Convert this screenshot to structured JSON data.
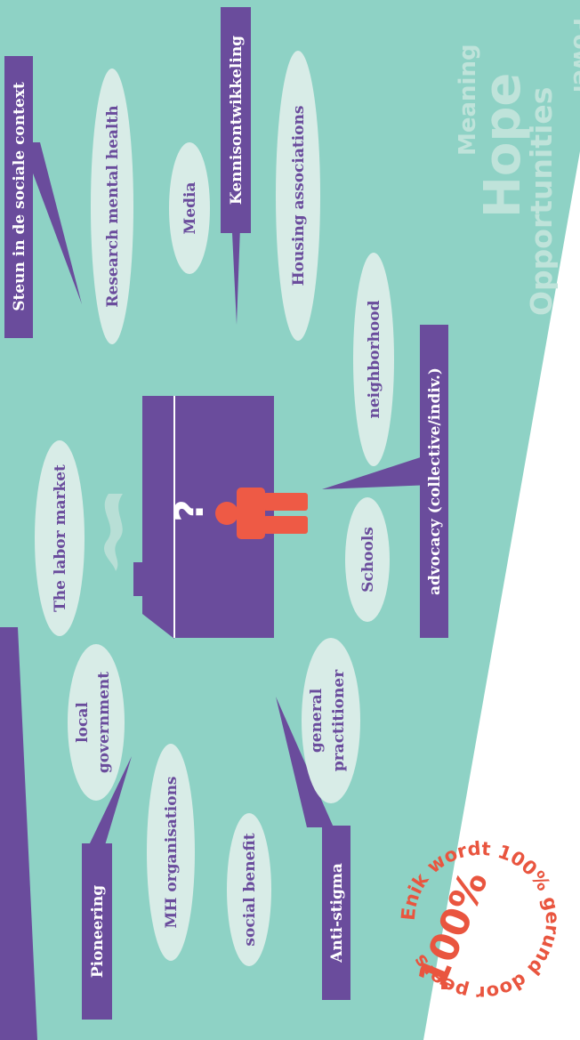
{
  "colors": {
    "teal": "#8ed2c5",
    "purple": "#6a4c9c",
    "bubble": "#d8ece7",
    "red": "#ee5a45",
    "pale_teal": "#bfe3da",
    "white": "#ffffff"
  },
  "labels": {
    "steun": "Steun in de sociale context",
    "kennis": "Kennisontwikkeling",
    "advocacy": "advocacy (collective/indiv.)",
    "pioneering": "Pioneering",
    "anti_stigma": "Anti-stigma"
  },
  "bubbles": {
    "research": "Research mental health",
    "media": "Media",
    "housing": "Housing associations",
    "neighborhood": "neighborhood",
    "schools": "Schools",
    "labor_market": "The labor market",
    "local_gov_1": "local",
    "local_gov_2": "government",
    "mh_org": "MH organisations",
    "social_benefit": "social benefit",
    "gp_1": "general",
    "gp_2": "practitioner"
  },
  "house": {
    "question_mark": "?"
  },
  "words": {
    "power": "Power",
    "meaning": "Meaning",
    "hope": "Hope",
    "opportunities": "Opportunities"
  },
  "stamp": {
    "ring_text": "Enik wordt 100% gerund door peers",
    "center_text": "100%",
    "dot": "."
  }
}
